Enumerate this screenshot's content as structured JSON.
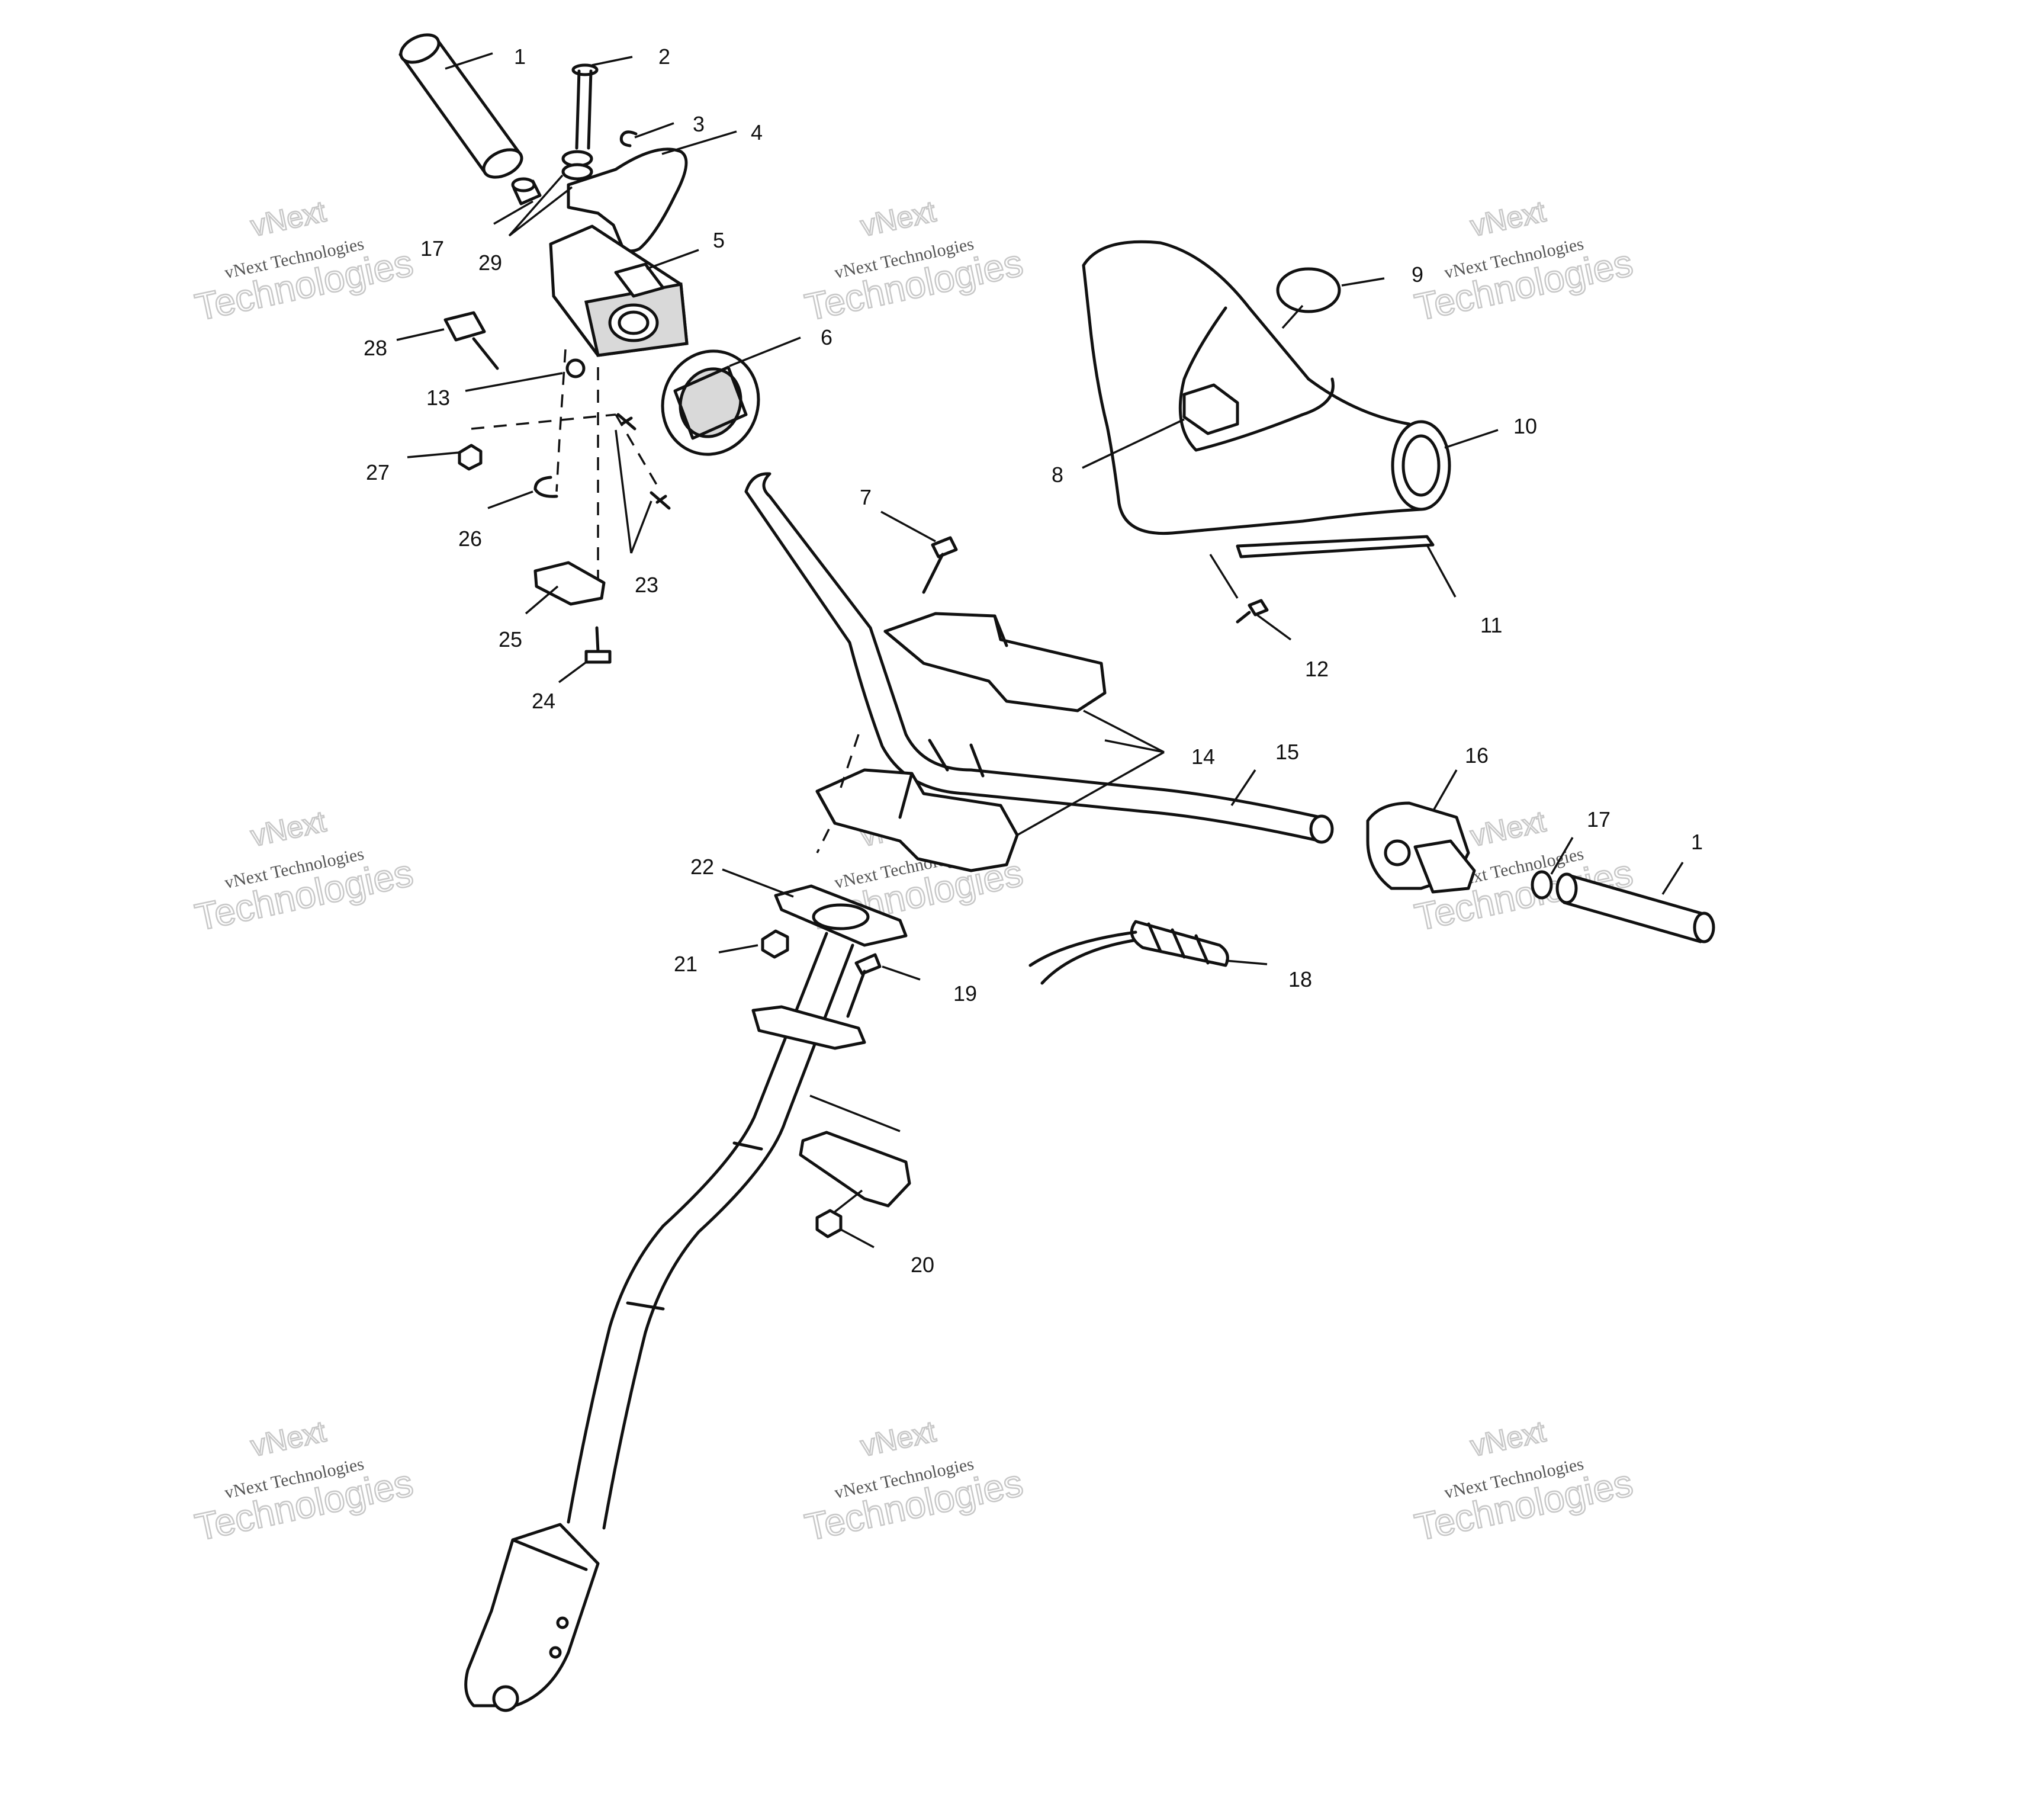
{
  "callouts": [
    "1",
    "2",
    "3",
    "4",
    "5",
    "6",
    "7",
    "8",
    "9",
    "10",
    "11",
    "12",
    "13",
    "14",
    "15",
    "16",
    "17",
    "18",
    "19",
    "20",
    "21",
    "22",
    "23",
    "24",
    "25",
    "26",
    "27",
    "28",
    "29",
    "17",
    "1"
  ],
  "watermark": {
    "line_small": "vNext Technologies",
    "line_big": "Technologies",
    "line_top": "vNext"
  },
  "colors": {
    "line": "#111111",
    "watermark": "#c8c8c8",
    "background": "#ffffff"
  }
}
